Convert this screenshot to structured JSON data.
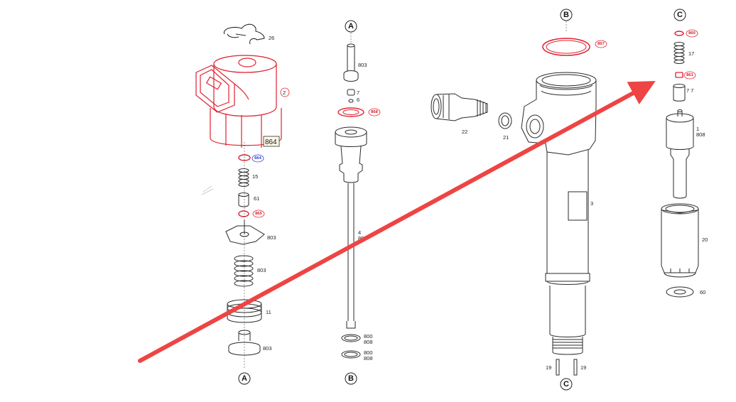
{
  "connectors": {
    "a_bottom_left": "A",
    "a_top_mid": "A",
    "b_bottom_mid": "B",
    "b_top_right": "B",
    "c_top_far": "C",
    "c_bottom_right": "C"
  },
  "callout_box": {
    "label": "864"
  },
  "badges": {
    "b864": "864",
    "b865": "865",
    "b868": "868",
    "b867": "867",
    "b860": "860",
    "b861": "861"
  },
  "labels": {
    "l26": "26",
    "l2": "2",
    "l15": "15",
    "l61": "61",
    "l803a": "803",
    "l803b": "803",
    "l11": "11",
    "l803c": "803",
    "l803d": "803",
    "l7": "7",
    "l6": "6",
    "l4": "4",
    "l800x": "800",
    "l800a": "800",
    "l808a": "808",
    "l800b": "800",
    "l808b": "808",
    "l22": "22",
    "l21": "21",
    "l3": "3",
    "l19a": "19",
    "l19b": "19",
    "l17": "17",
    "l77": "7 7",
    "l1": "1",
    "l808c": "808",
    "l20": "20",
    "l60": "60"
  },
  "colors": {
    "highlight": "#e02030",
    "line": "#2a2a2a",
    "arrow": "#ee4444",
    "badge_blue": "#2a3fd0"
  }
}
